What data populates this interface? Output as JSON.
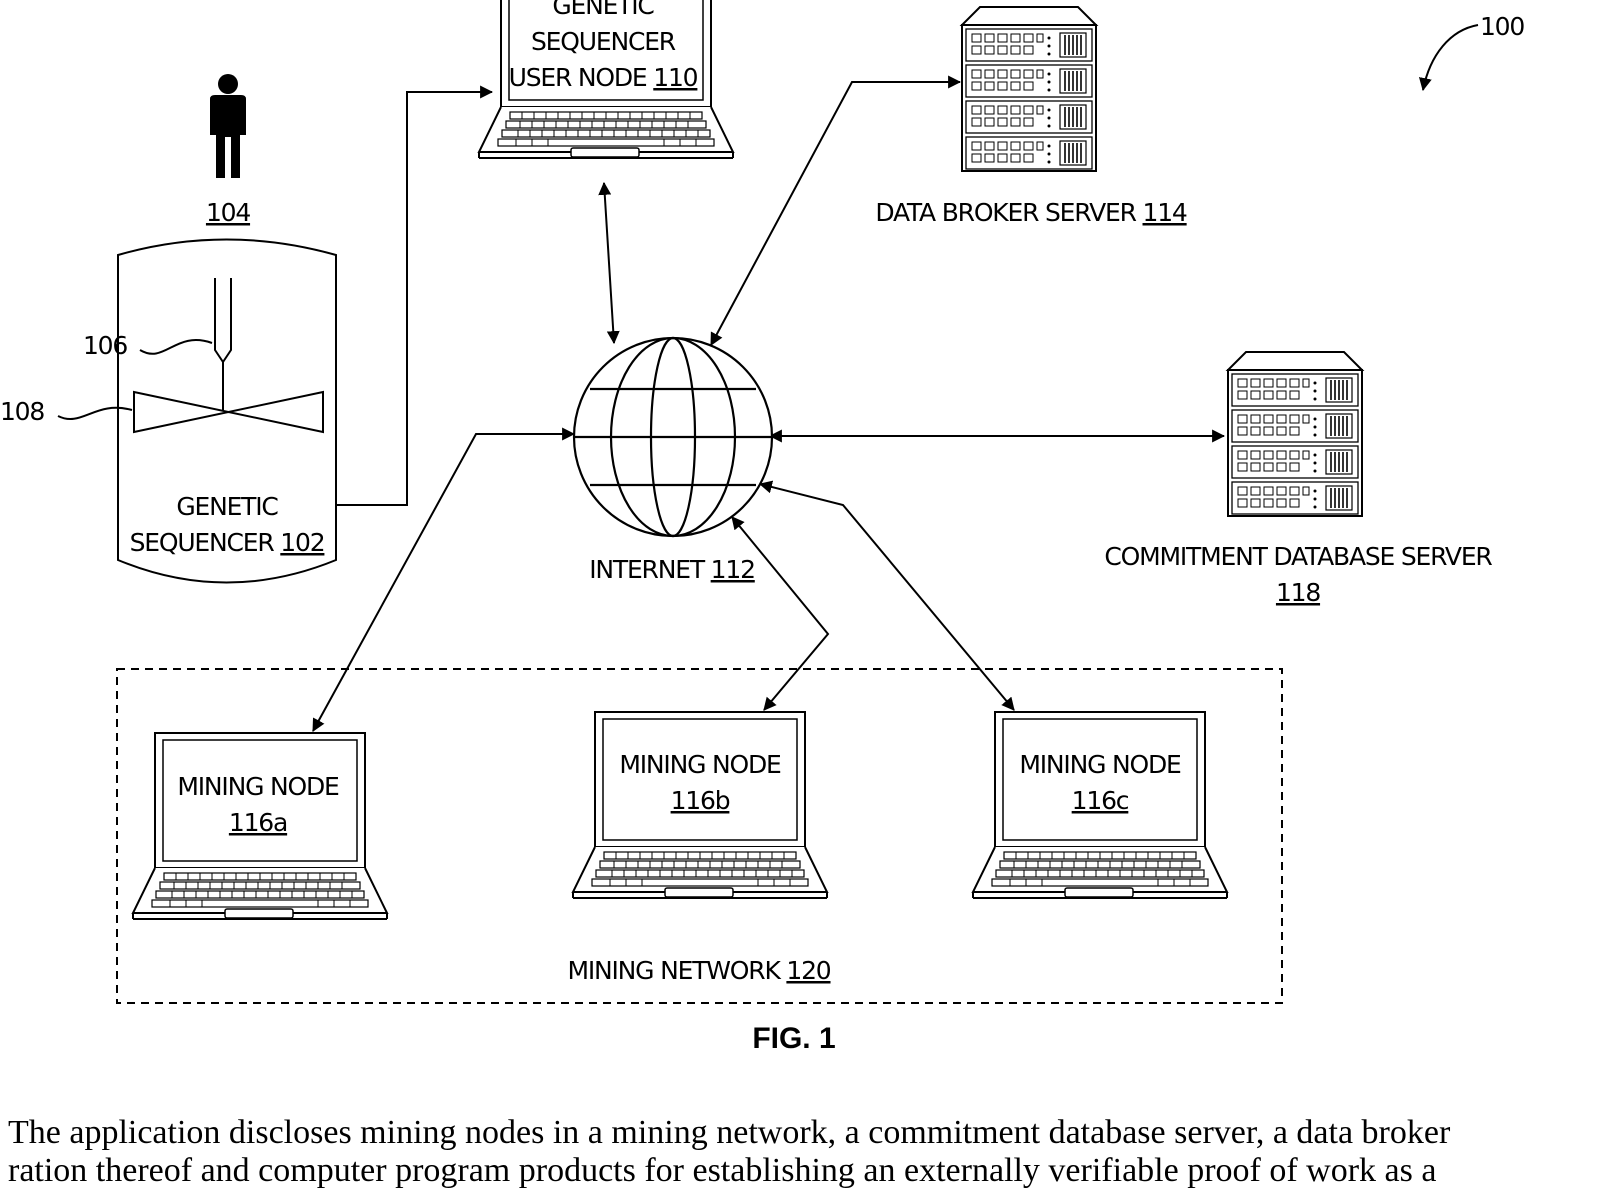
{
  "figure": {
    "ref_number": "100",
    "figure_label": "FIG. 1"
  },
  "person": {
    "ref": "104",
    "icon": "person-icon"
  },
  "genetic_sequencer": {
    "line1": "GENETIC",
    "line2_text": "SEQUENCER ",
    "ref": "102",
    "needle_ref": "106",
    "stage_ref": "108"
  },
  "user_node": {
    "line1": "GENETIC",
    "line2": "SEQUENCER",
    "line3_text": "USER NODE ",
    "ref": "110",
    "icon": "laptop-icon"
  },
  "internet": {
    "label": "INTERNET ",
    "ref": "112",
    "icon": "globe-icon"
  },
  "data_broker_server": {
    "label": "DATA BROKER SERVER ",
    "ref": "114",
    "icon": "server-rack-icon"
  },
  "commitment_database_server": {
    "label": "COMMITMENT DATABASE SERVER",
    "ref": "118",
    "icon": "server-rack-icon"
  },
  "mining_nodes": [
    {
      "line1": "MINING NODE",
      "ref": "116a"
    },
    {
      "line1": "MINING NODE",
      "ref": "116b"
    },
    {
      "line1": "MINING NODE",
      "ref": "116c"
    }
  ],
  "mining_network": {
    "label": "MINING NETWORK ",
    "ref": "120"
  },
  "caption": {
    "line1": "The application discloses mining nodes in a mining network, a commitment database server, a data broker",
    "line2": "ration thereof and computer program products for establishing an externally verifiable proof of work as a"
  }
}
